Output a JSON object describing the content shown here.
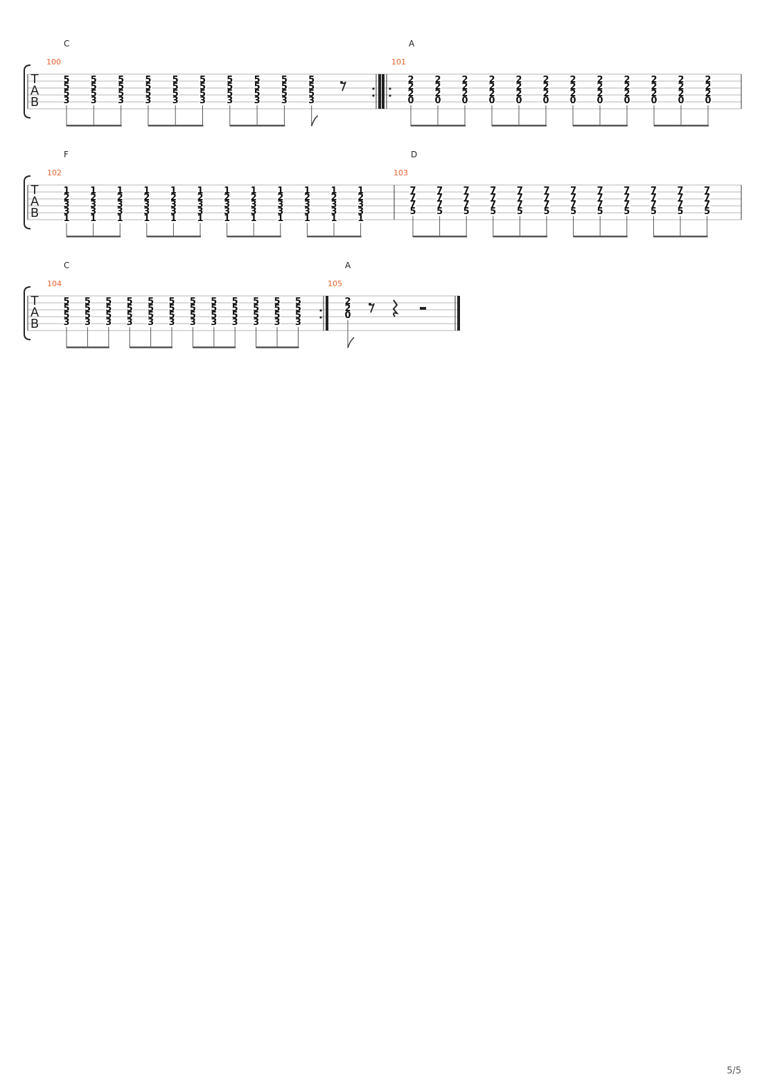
{
  "page": {
    "number": "5/5"
  },
  "tab_clef": [
    "T",
    "A",
    "B"
  ],
  "colors": {
    "measure_number": "#e8602c",
    "staff_line": "#b4b4b4",
    "notation": "#111111"
  },
  "systems": [
    {
      "measures": [
        {
          "number": "100",
          "chord": "C",
          "notes": [
            [
              5,
              5,
              5,
              3
            ],
            [
              5,
              5,
              5,
              3
            ],
            [
              5,
              5,
              5,
              3
            ],
            [
              5,
              5,
              5,
              3
            ],
            [
              5,
              5,
              5,
              3
            ],
            [
              5,
              5,
              5,
              3
            ],
            [
              5,
              5,
              5,
              3
            ],
            [
              5,
              5,
              5,
              3
            ],
            [
              5,
              5,
              5,
              3
            ],
            [
              5,
              5,
              5,
              3
            ]
          ],
          "beams": [
            [
              0,
              1,
              2
            ],
            [
              3,
              4,
              5
            ],
            [
              6,
              7,
              8
            ],
            [
              9
            ]
          ],
          "rests": [
            "eighth"
          ],
          "end_bar": "repeat-end"
        },
        {
          "number": "101",
          "chord": "A",
          "start_bar": "repeat-start",
          "notes": [
            [
              2,
              2,
              2,
              0
            ],
            [
              2,
              2,
              2,
              0
            ],
            [
              2,
              2,
              2,
              0
            ],
            [
              2,
              2,
              2,
              0
            ],
            [
              2,
              2,
              2,
              0
            ],
            [
              2,
              2,
              2,
              0
            ],
            [
              2,
              2,
              2,
              0
            ],
            [
              2,
              2,
              2,
              0
            ],
            [
              2,
              2,
              2,
              0
            ],
            [
              2,
              2,
              2,
              0
            ],
            [
              2,
              2,
              2,
              0
            ],
            [
              2,
              2,
              2,
              0
            ]
          ],
          "beams": [
            [
              0,
              1,
              2
            ],
            [
              3,
              4,
              5
            ],
            [
              6,
              7,
              8
            ],
            [
              9,
              10,
              11
            ]
          ]
        }
      ]
    },
    {
      "measures": [
        {
          "number": "102",
          "chord": "F",
          "notes": [
            [
              1,
              2,
              3,
              3,
              1
            ],
            [
              1,
              2,
              3,
              3,
              1
            ],
            [
              1,
              2,
              3,
              3,
              1
            ],
            [
              1,
              2,
              3,
              3,
              1
            ],
            [
              1,
              2,
              3,
              3,
              1
            ],
            [
              1,
              2,
              3,
              3,
              1
            ],
            [
              1,
              2,
              3,
              3,
              1
            ],
            [
              1,
              2,
              3,
              3,
              1
            ],
            [
              1,
              2,
              3,
              3,
              1
            ],
            [
              1,
              2,
              3,
              3,
              1
            ],
            [
              1,
              2,
              3,
              3,
              1
            ],
            [
              1,
              2,
              3,
              3,
              1
            ]
          ],
          "beams": [
            [
              0,
              1,
              2
            ],
            [
              3,
              4,
              5
            ],
            [
              6,
              7,
              8
            ],
            [
              9,
              10,
              11
            ]
          ]
        },
        {
          "number": "103",
          "chord": "D",
          "notes": [
            [
              7,
              7,
              7,
              5
            ],
            [
              7,
              7,
              7,
              5
            ],
            [
              7,
              7,
              7,
              5
            ],
            [
              7,
              7,
              7,
              5
            ],
            [
              7,
              7,
              7,
              5
            ],
            [
              7,
              7,
              7,
              5
            ],
            [
              7,
              7,
              7,
              5
            ],
            [
              7,
              7,
              7,
              5
            ],
            [
              7,
              7,
              7,
              5
            ],
            [
              7,
              7,
              7,
              5
            ],
            [
              7,
              7,
              7,
              5
            ],
            [
              7,
              7,
              7,
              5
            ]
          ],
          "beams": [
            [
              0,
              1,
              2
            ],
            [
              3,
              4,
              5
            ],
            [
              6,
              7,
              8
            ],
            [
              9,
              10,
              11
            ]
          ]
        }
      ]
    },
    {
      "measures": [
        {
          "number": "104",
          "chord": "C",
          "notes": [
            [
              5,
              5,
              5,
              3
            ],
            [
              5,
              5,
              5,
              3
            ],
            [
              5,
              5,
              5,
              3
            ],
            [
              5,
              5,
              5,
              3
            ],
            [
              5,
              5,
              5,
              3
            ],
            [
              5,
              5,
              5,
              3
            ],
            [
              5,
              5,
              5,
              3
            ],
            [
              5,
              5,
              5,
              3
            ],
            [
              5,
              5,
              5,
              3
            ],
            [
              5,
              5,
              5,
              3
            ],
            [
              5,
              5,
              5,
              3
            ],
            [
              5,
              5,
              5,
              3
            ]
          ],
          "beams": [
            [
              0,
              1,
              2
            ],
            [
              3,
              4,
              5
            ],
            [
              6,
              7,
              8
            ],
            [
              9,
              10,
              11
            ]
          ],
          "end_bar": "repeat-end"
        },
        {
          "number": "105",
          "chord": "A",
          "notes": [
            [
              2,
              2,
              0
            ]
          ],
          "beams": [
            [
              0
            ]
          ],
          "rests": [
            "eighth",
            "quarter",
            "half"
          ],
          "end_bar": "final"
        }
      ]
    }
  ]
}
